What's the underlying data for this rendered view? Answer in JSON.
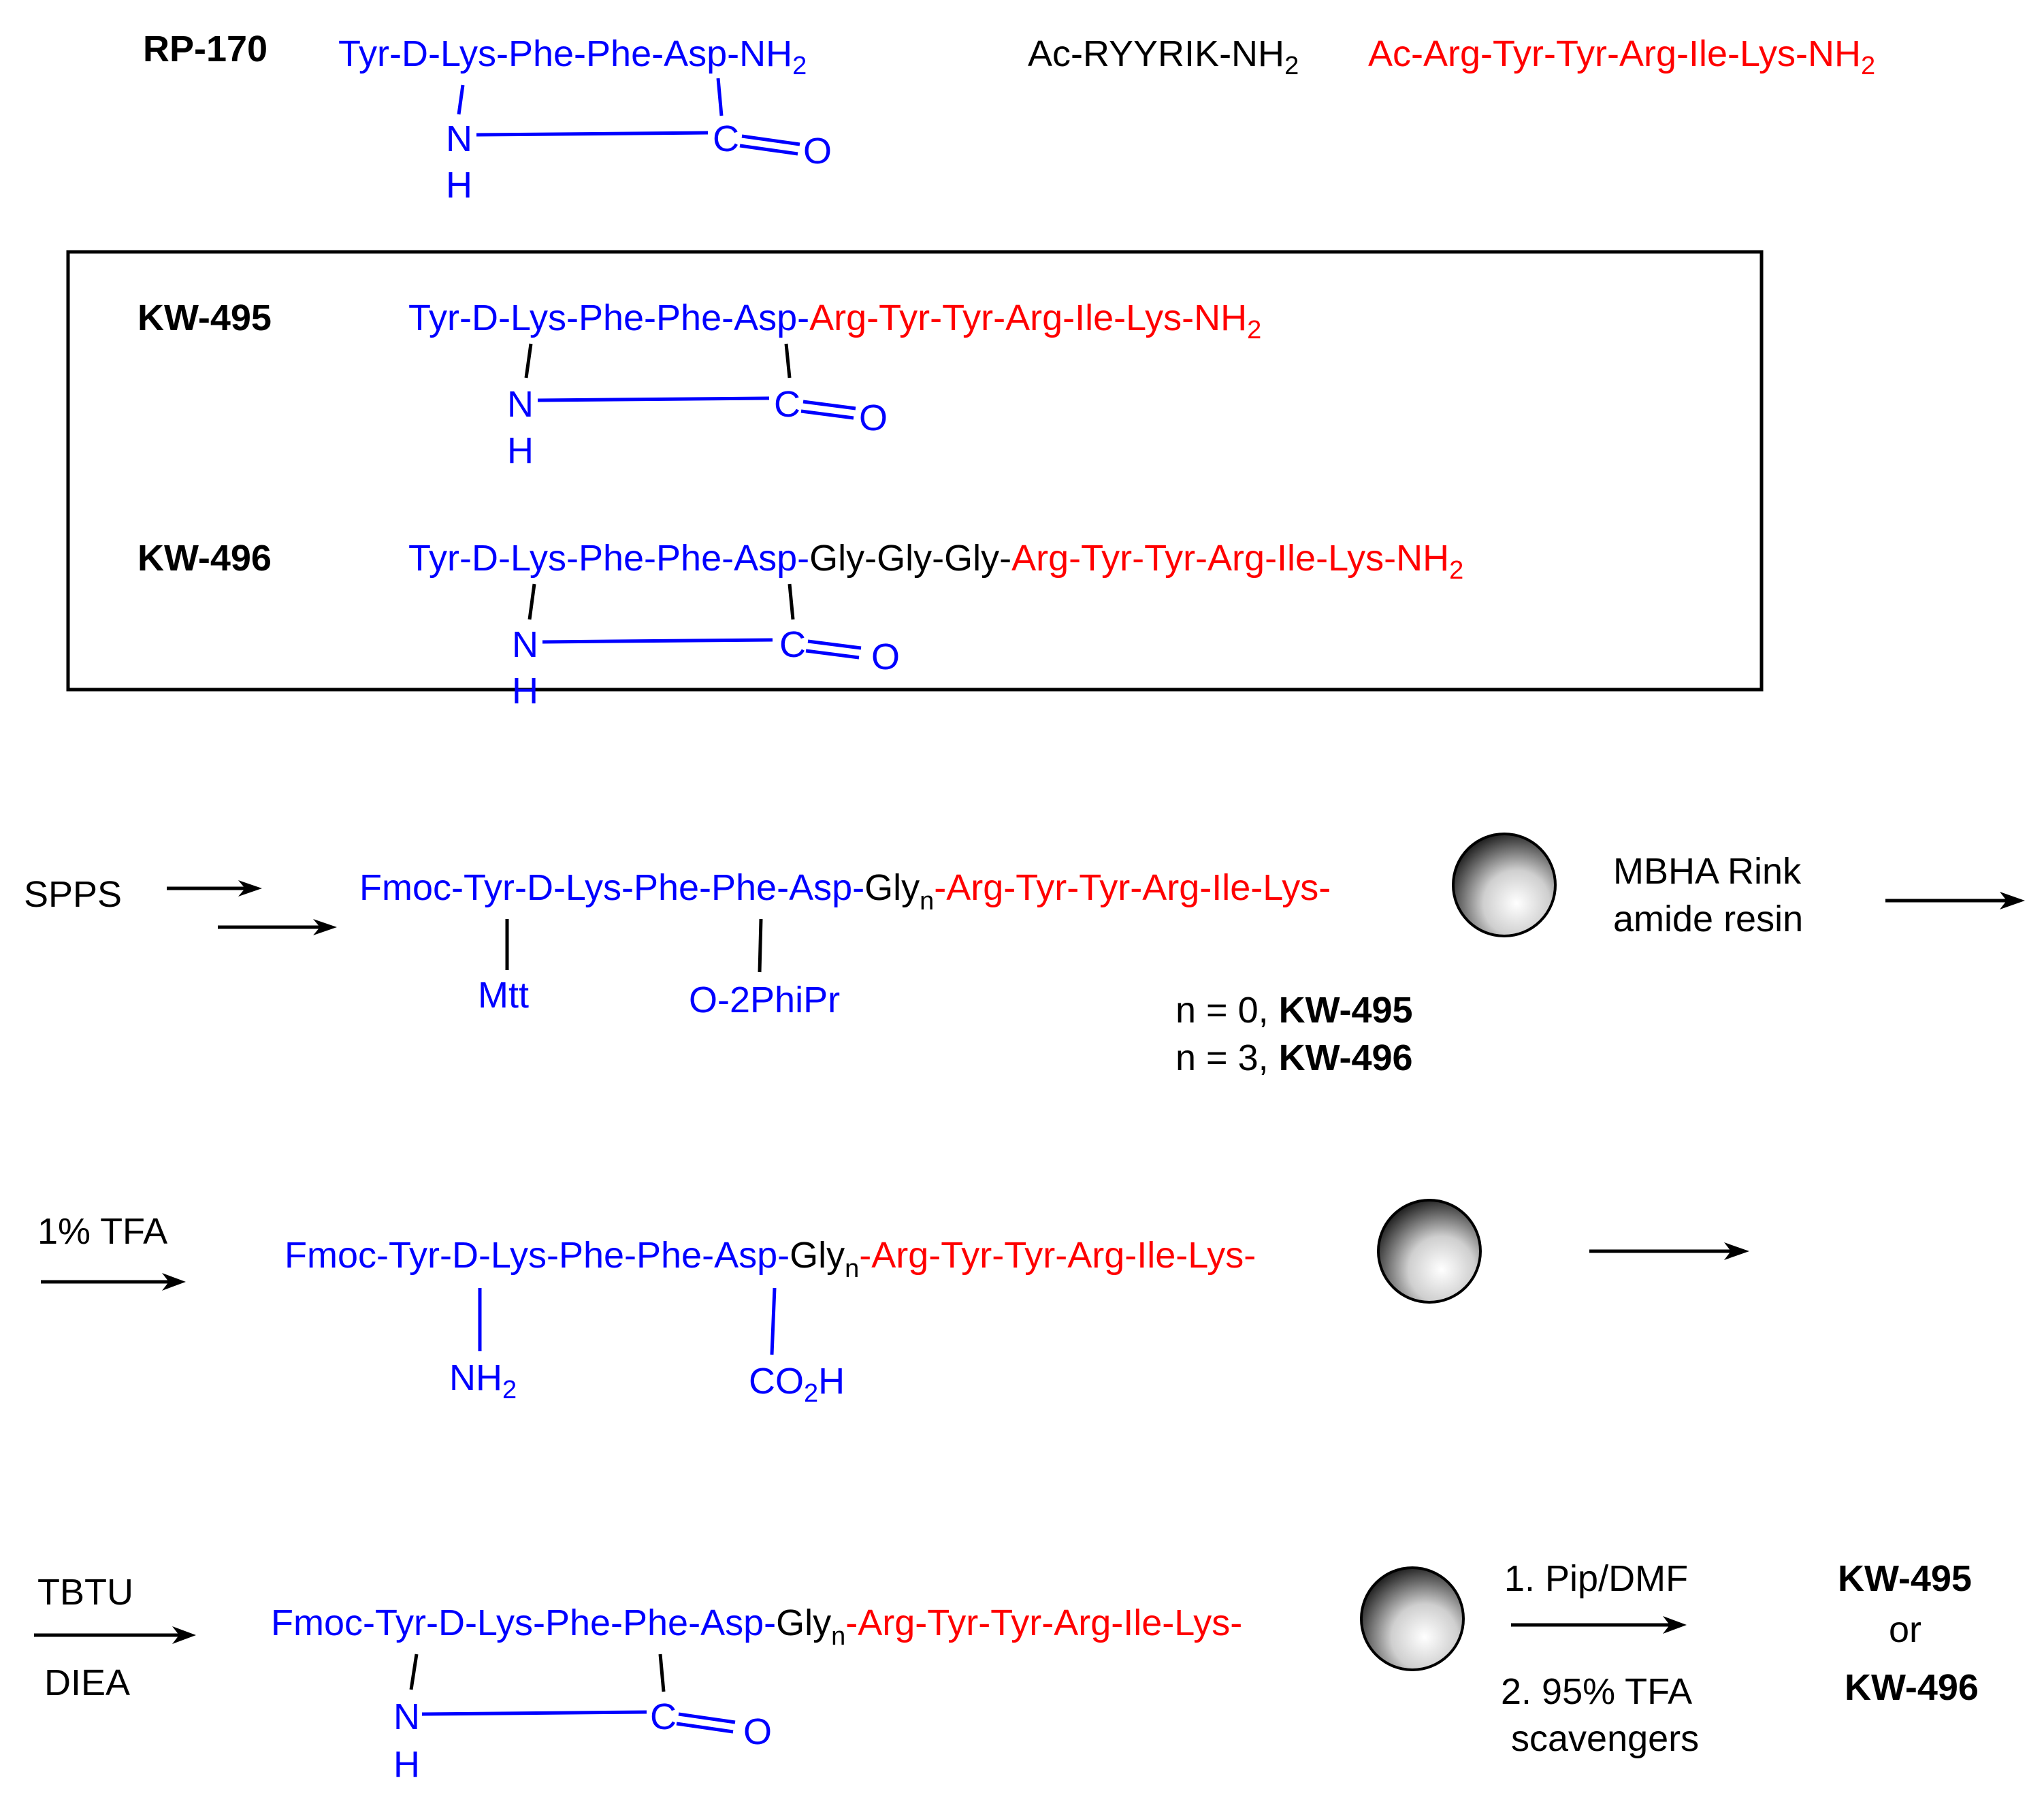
{
  "colors": {
    "blue": "#0000ff",
    "red": "#ff0000",
    "black": "#000000"
  },
  "top": {
    "rp170_label": "RP-170",
    "rp170_seq": "Tyr-D-Lys-Phe-Phe-Asp-NH",
    "sub2": "2",
    "acryy_short_main": "Ac-RYYRIK-NH",
    "acryy_long_main": "Ac-Arg-Tyr-Tyr-Arg-Ile-Lys-NH",
    "n": "N",
    "h": "H",
    "c": "C",
    "o": "O"
  },
  "box": {
    "kw495_label": "KW-495",
    "kw495_blue": "Tyr-D-Lys-Phe-Phe-Asp-",
    "kw495_red": "Arg-Tyr-Tyr-Arg-Ile-Lys-NH",
    "kw496_label": "KW-496",
    "kw496_blue": "Tyr-D-Lys-Phe-Phe-Asp-",
    "kw496_black": "Gly-Gly-Gly-",
    "kw496_red": "Arg-Tyr-Tyr-Arg-Ile-Lys-NH"
  },
  "step1": {
    "spps": "SPPS",
    "blue": "Fmoc-Tyr-D-Lys-Phe-Phe-Asp-",
    "gly": "Gly",
    "n_sub": "n",
    "red": "-Arg-Tyr-Tyr-Arg-Ile-Lys-",
    "resin1": "MBHA Rink",
    "resin2": "amide resin",
    "mtt": "Mtt",
    "o2phipr": "O-2PhiPr",
    "n0": "n = 0, ",
    "n3": "n = 3, ",
    "kw495": "KW-495",
    "kw496": "KW-496"
  },
  "step2": {
    "reagent": "1% TFA",
    "blue": "Fmoc-Tyr-D-Lys-Phe-Phe-Asp-",
    "gly": "Gly",
    "n_sub": "n",
    "red": "-Arg-Tyr-Tyr-Arg-Ile-Lys-",
    "nh": "NH",
    "sub2": "2",
    "co": "CO",
    "h": "H"
  },
  "step3": {
    "reagent_top": "TBTU",
    "reagent_bottom": "DIEA",
    "blue": "Fmoc-Tyr-D-Lys-Phe-Phe-Asp-",
    "gly": "Gly",
    "n_sub": "n",
    "red": "-Arg-Tyr-Tyr-Arg-Ile-Lys-",
    "cond1": "1. Pip/DMF",
    "cond2": "2. 95% TFA",
    "cond3": "scavengers",
    "prod1": "KW-495",
    "prod_or": "or",
    "prod2": "KW-496"
  }
}
